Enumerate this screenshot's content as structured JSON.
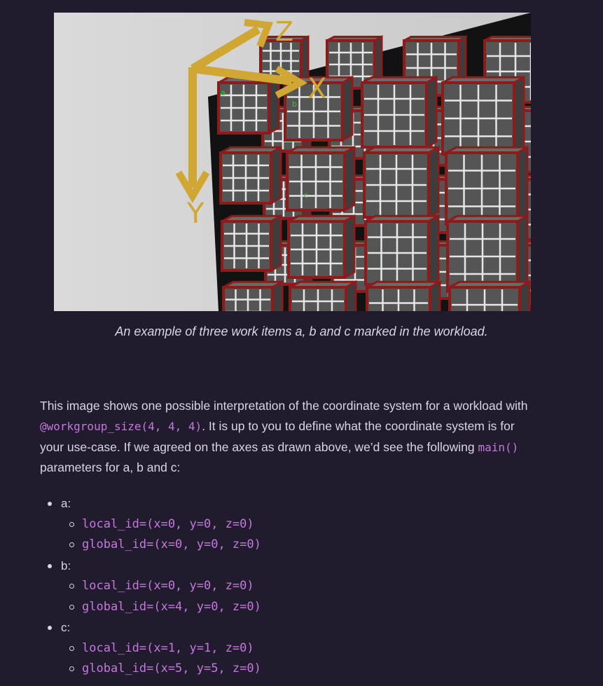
{
  "figure": {
    "axis_labels": {
      "x": "X",
      "y": "Y",
      "z": "Z"
    },
    "item_labels": {
      "a": "a",
      "b": "b",
      "c": "c"
    },
    "colors": {
      "background": "#d7d7d7",
      "axis": "#d1a733",
      "cube_face": "#555555",
      "cube_edge": "#8e1b1b",
      "grid": "#e6e6e6",
      "label": "#4dbb3a"
    }
  },
  "caption": "An example of three work items a, b and c marked in the workload.",
  "paragraph": {
    "t1": "This image shows one possible interpretation of the coordinate system for a workload with ",
    "code1": "@workgroup_size(4, 4, 4)",
    "t2": ". It is up to you to define what the coordinate system is for your use-case. If we agreed on the axes as drawn above, we’d see the following ",
    "code2": "main()",
    "t3": " pa­rameters for a, b and c:"
  },
  "items": [
    {
      "label": "a:",
      "local": "local_id=(x=0, y=0, z=0)",
      "global": "global_id=(x=0, y=0, z=0)"
    },
    {
      "label": "b:",
      "local": "local_id=(x=0, y=0, z=0)",
      "global": "global_id=(x=4, y=0, z=0)"
    },
    {
      "label": "c:",
      "local": "local_id=(x=1, y=1, z=0)",
      "global": "global_id=(x=5, y=5, z=0)"
    }
  ]
}
